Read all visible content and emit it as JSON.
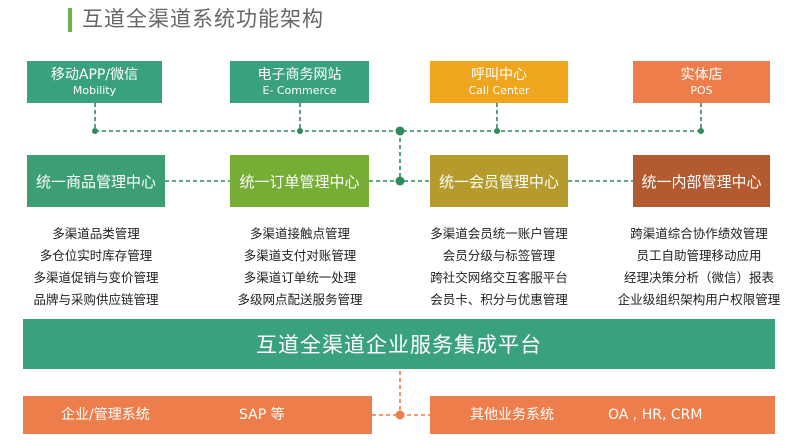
{
  "title": "互道全渠道系统功能架构",
  "channels": [
    {
      "cn": "移动APP/微信",
      "en": "Mobility"
    },
    {
      "cn": "电子商务网站",
      "en": "E- Commerce"
    },
    {
      "cn": "呼叫中心",
      "en": "Call Center"
    },
    {
      "cn": "实体店",
      "en": "POS"
    }
  ],
  "hubs": [
    {
      "label": "统一商品管理中心",
      "functions": [
        "多渠道品类管理",
        "多仓位实时库存管理",
        "多渠道促销与变价管理",
        "品牌与采购供应链管理"
      ]
    },
    {
      "label": "统一订单管理中心",
      "functions": [
        "多渠道接触点管理",
        "多渠道支付对账管理",
        "多渠道订单统一处理",
        "多级网点配送服务管理"
      ]
    },
    {
      "label": "统一会员管理中心",
      "functions": [
        "多渠道会员统一账户管理",
        "会员分级与标签管理",
        "跨社交网络交互客服平台",
        "会员卡、积分与优惠管理"
      ]
    },
    {
      "label": "统一内部管理中心",
      "functions": [
        "跨渠道综合协作绩效管理",
        "员工自助管理移动应用",
        "经理决策分析（微信）报表",
        "企业级组织架构用户权限管理"
      ]
    }
  ],
  "platform": "互道全渠道企业服务集成平台",
  "systems": [
    {
      "name": "企业/管理系统",
      "value": "SAP 等"
    },
    {
      "name": "其他业务系统",
      "value": "OA , HR, CRM"
    }
  ],
  "colors": {
    "channel": [
      "#3aa17e",
      "#3aa17e",
      "#f0a51e",
      "#ed7d4a"
    ],
    "hub": [
      "#3c9f74",
      "#76ad34",
      "#b49b2c",
      "#b45a30"
    ],
    "connector_green": "#2f8a5c",
    "connector_orange": "#ed7d4a",
    "platform": "#3aa17e",
    "system": "#ed7d4a"
  }
}
